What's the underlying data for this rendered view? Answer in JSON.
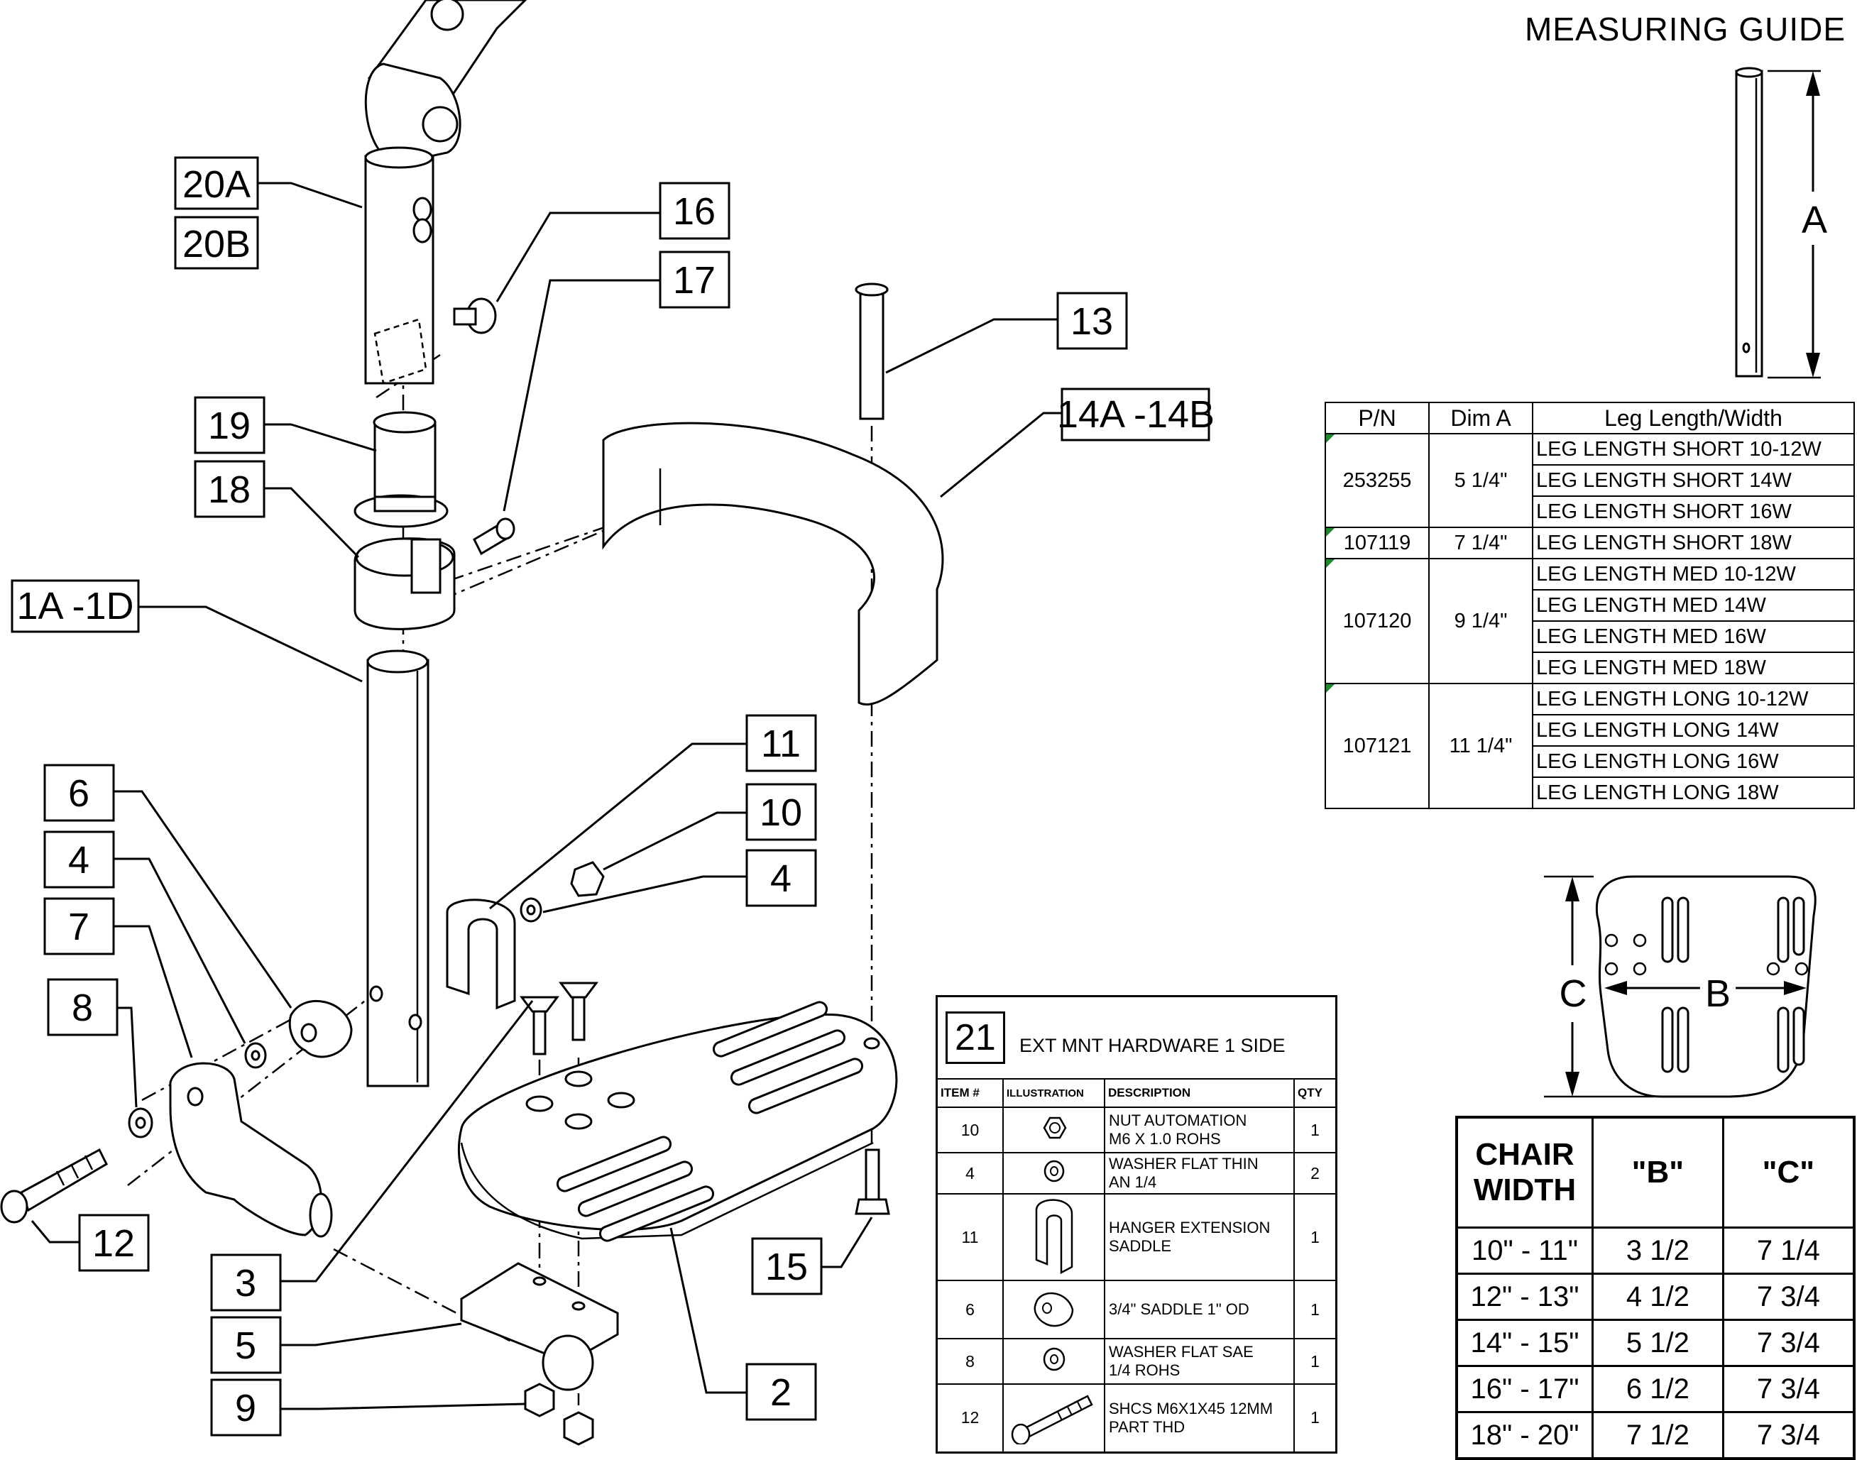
{
  "guide_title": "MEASURING GUIDE",
  "dim_labels": {
    "a": "A",
    "b": "B",
    "c": "C"
  },
  "callouts": {
    "c20a": "20A",
    "c20b": "20B",
    "c16": "16",
    "c17": "17",
    "c13": "13",
    "c14": "14A -14B",
    "c19": "19",
    "c18": "18",
    "c1": "1A -1D",
    "c11": "11",
    "c10": "10",
    "c4r": "4",
    "c6": "6",
    "c4l": "4",
    "c7": "7",
    "c8": "8",
    "c12": "12",
    "c3": "3",
    "c5": "5",
    "c9": "9",
    "c2": "2",
    "c15": "15"
  },
  "leg_table": {
    "headers": {
      "pn": "P/N",
      "dim": "Dim A",
      "desc": "Leg Length/Width"
    },
    "groups": [
      {
        "pn": "253255",
        "dim": "5 1/4\"",
        "rows": [
          "LEG LENGTH SHORT 10-12W",
          "LEG LENGTH SHORT 14W",
          "LEG LENGTH SHORT 16W"
        ]
      },
      {
        "pn": "107119",
        "dim": "7 1/4\"",
        "rows": [
          "LEG LENGTH SHORT 18W"
        ]
      },
      {
        "pn": "107120",
        "dim": "9 1/4\"",
        "rows": [
          "LEG LENGTH MED 10-12W",
          "LEG LENGTH MED 14W",
          "LEG LENGTH MED 16W",
          "LEG LENGTH MED 18W"
        ]
      },
      {
        "pn": "107121",
        "dim": "11 1/4\"",
        "rows": [
          "LEG LENGTH LONG 10-12W",
          "LEG LENGTH LONG 14W",
          "LEG LENGTH LONG 16W",
          "LEG LENGTH LONG 18W"
        ]
      }
    ]
  },
  "hardware": {
    "number": "21",
    "title": "EXT MNT HARDWARE 1 SIDE",
    "headers": {
      "item": "ITEM #",
      "ill": "ILLUSTRATION",
      "desc": "DESCRIPTION",
      "qty": "QTY"
    },
    "rows": [
      {
        "item": "10",
        "desc": "NUT AUTOMATION\nM6 X 1.0 ROHS",
        "qty": "1",
        "icon": "nut-icon"
      },
      {
        "item": "4",
        "desc": "WASHER FLAT THIN\nAN 1/4",
        "qty": "2",
        "icon": "washer-icon"
      },
      {
        "item": "11",
        "desc": "HANGER EXTENSION\nSADDLE",
        "qty": "1",
        "icon": "saddle-hanger-icon"
      },
      {
        "item": "6",
        "desc": "3/4\" SADDLE 1\" OD",
        "qty": "1",
        "icon": "saddle-icon"
      },
      {
        "item": "8",
        "desc": "WASHER FLAT SAE\n1/4 ROHS",
        "qty": "1",
        "icon": "washer-icon"
      },
      {
        "item": "12",
        "desc": "SHCS M6X1X45 12MM\nPART THD",
        "qty": "1",
        "icon": "screw-icon"
      }
    ]
  },
  "chair_width": {
    "headers": {
      "width": "CHAIR WIDTH",
      "b": "\"B\"",
      "c": "\"C\""
    },
    "rows": [
      {
        "width": "10\" - 11\"",
        "b": "3 1/2",
        "c": "7 1/4"
      },
      {
        "width": "12\" - 13\"",
        "b": "4 1/2",
        "c": "7 3/4"
      },
      {
        "width": "14\" - 15\"",
        "b": "5 1/2",
        "c": "7 3/4"
      },
      {
        "width": "16\" - 17\"",
        "b": "6 1/2",
        "c": "7 3/4"
      },
      {
        "width": "18\" - 20\"",
        "b": "7 1/2",
        "c": "7 3/4"
      }
    ]
  }
}
